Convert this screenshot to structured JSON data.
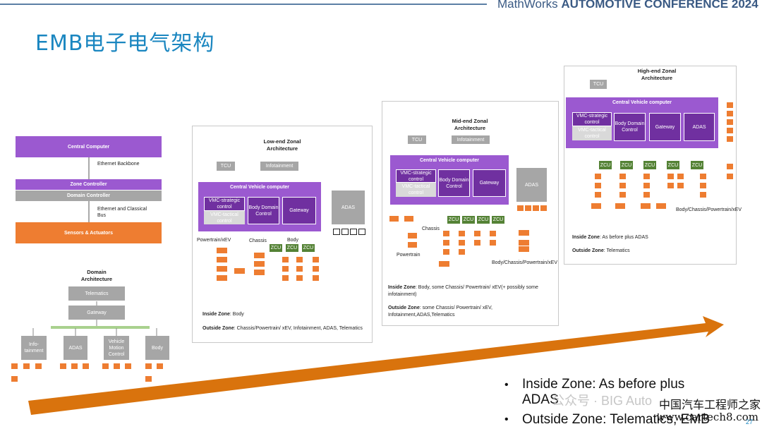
{
  "header": {
    "conference_brand": "MathWorks",
    "conference_name": "AUTOMOTIVE CONFERENCE 2024"
  },
  "slide": {
    "title": "EMB电子电气架构",
    "page_number": "27"
  },
  "domain_stack": {
    "central": "Central Computer",
    "link1": "Ethernet Backbone",
    "zone": "Zone Controller",
    "domain": "Domain Controller",
    "link2": "Ethernet and Classical Bus",
    "sensors": "Sensors & Actuators"
  },
  "domain_arch": {
    "title": "Domain Architecture",
    "telematics": "Telematics",
    "gateway": "Gateway",
    "nodes": [
      "Info-tainment",
      "ADAS",
      "Vehicle Motion Control",
      "Body"
    ]
  },
  "low_end": {
    "title": "Low-end Zonal Architecture",
    "tcu": "TCU",
    "infotainment": "Infotainment",
    "cvc": "Central Vehicle computer",
    "vmc_strategic": "VMC-strategic control",
    "vmc_tactical": "VMC-tactical control",
    "body_domain": "Body Domain Control",
    "gateway": "Gateway",
    "adas": "ADAS",
    "powertrain": "Powertrain/xEV",
    "chassis": "Chassis",
    "body": "Body",
    "zcu": "ZCU",
    "inside_label": "Inside Zone",
    "inside_text": ": Body",
    "outside_label": "Outside Zone",
    "outside_text": ": Chassis/Powertrain/ xEV, Infotainment, ADAS, Telematics"
  },
  "mid_end": {
    "title": "Mid-end Zonal Architecture",
    "tcu": "TCU",
    "infotainment": "Infotainment",
    "cvc": "Central Vehicle computer",
    "vmc_strategic": "VMC-strategic control",
    "vmc_tactical": "VMC-tactical control",
    "body_domain": "Body Domain Control",
    "gateway": "Gateway",
    "adas": "ADAS",
    "chassis": "Chassis",
    "powertrain": "Powertrain",
    "body_chassis": "Body/Chassis/Powertrain/xEV",
    "zcu": "ZCU",
    "inside_label": "Inside Zone",
    "inside_text": ": Body, some Chassis/ Powertrain/ xEV(+ possibly some infotainment)",
    "outside_label": "Outside Zone",
    "outside_text": ": some Chassis/ Powertrain/ xEV, Infotainment,ADAS,Telematics"
  },
  "high_end": {
    "title": "High-end Zonal Architecture",
    "tcu": "TCU",
    "cvc": "Central Vehicle computer",
    "vmc_strategic": "VMC-strategic control",
    "vmc_tactical": "VMC-tactical control",
    "body_domain": "Body Domain Control",
    "gateway": "Gateway",
    "adas": "ADAS",
    "zcu": "ZCU",
    "body_chassis": "Body/Chassis/Powertrain/xEV",
    "inside_label": "Inside Zone",
    "inside_text": ": As before plus ADAS",
    "outside_label": "Outside Zone",
    "outside_text": ": Telematics"
  },
  "bullets": [
    "Inside Zone: As before plus ADAS",
    "Outside Zone: Telematics, EMB"
  ],
  "watermark": {
    "account": "公众号 · BIG Auto",
    "site_cn": "中国汽车工程师之家",
    "site_url": "www.cartech8.com"
  },
  "colors": {
    "title": "#1a86c0",
    "purple": "#9b59d0",
    "dark_purple": "#7030a0",
    "orange": "#ee7d31",
    "green": "#548235",
    "gray": "#a6a6a6",
    "arrow": "#d9730d"
  }
}
